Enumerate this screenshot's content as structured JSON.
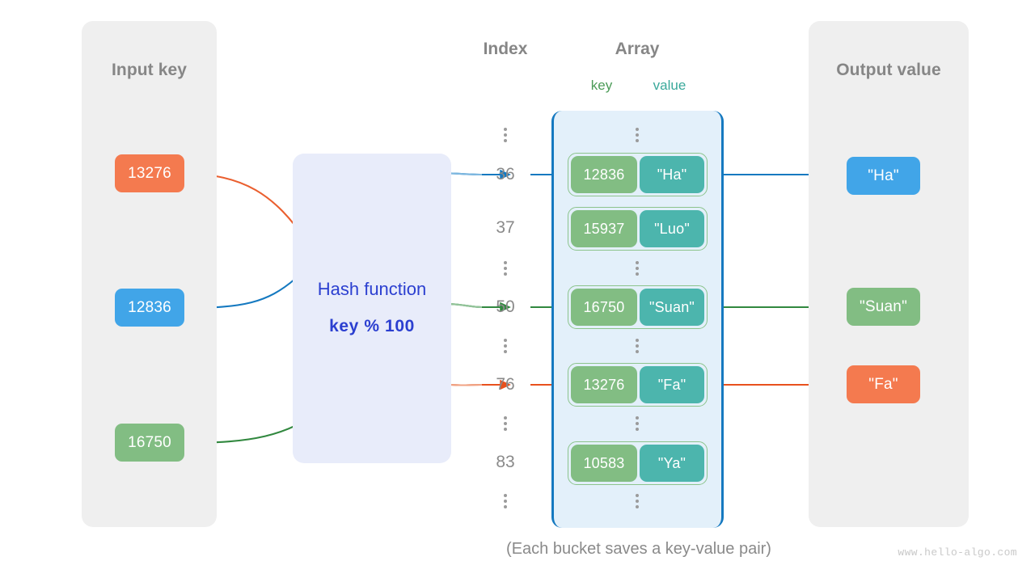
{
  "panels": {
    "input": {
      "title": "Input key"
    },
    "output": {
      "title": "Output value"
    }
  },
  "columns": {
    "index_head": "Index",
    "array_head": "Array",
    "key_head": "key",
    "value_head": "value"
  },
  "hash": {
    "name": "Hash function",
    "expression": "key % 100"
  },
  "input_keys": [
    {
      "label": "13276",
      "color": "#f47a4f"
    },
    {
      "label": "12836",
      "color": "#41a5e8"
    },
    {
      "label": "16750",
      "color": "#82bd83"
    }
  ],
  "output_values": [
    {
      "label": "\"Ha\"",
      "color": "#41a5e8"
    },
    {
      "label": "\"Suan\"",
      "color": "#82bd83"
    },
    {
      "label": "\"Fa\"",
      "color": "#f47a4f"
    }
  ],
  "indices": [
    "36",
    "37",
    "50",
    "76",
    "83"
  ],
  "buckets": [
    {
      "key": "12836",
      "value": "\"Ha\"",
      "index": "36"
    },
    {
      "key": "15937",
      "value": "\"Luo\"",
      "index": "37"
    },
    {
      "key": "16750",
      "value": "\"Suan\"",
      "index": "50"
    },
    {
      "key": "13276",
      "value": "\"Fa\"",
      "index": "76"
    },
    {
      "key": "10583",
      "value": "\"Ya\"",
      "index": "83"
    }
  ],
  "mappings": [
    {
      "input": "13276",
      "index": "76",
      "output": "\"Fa\"",
      "color": "#e8511d"
    },
    {
      "input": "12836",
      "index": "36",
      "output": "\"Ha\"",
      "color": "#1579c0"
    },
    {
      "input": "16750",
      "index": "50",
      "output": "\"Suan\"",
      "color": "#31883f"
    }
  ],
  "caption": "(Each bucket saves a key-value pair)",
  "watermark": "www.hello-algo.com",
  "colors": {
    "panel_bg": "#efefef",
    "hash_bg": "#e8ecfa",
    "hash_text": "#2b3fd0",
    "array_bg": "#e3f0fa",
    "array_border": "#1579c0",
    "bucket_key": "#82bd83",
    "bucket_value": "#4cb5ad",
    "heading": "#868686"
  }
}
